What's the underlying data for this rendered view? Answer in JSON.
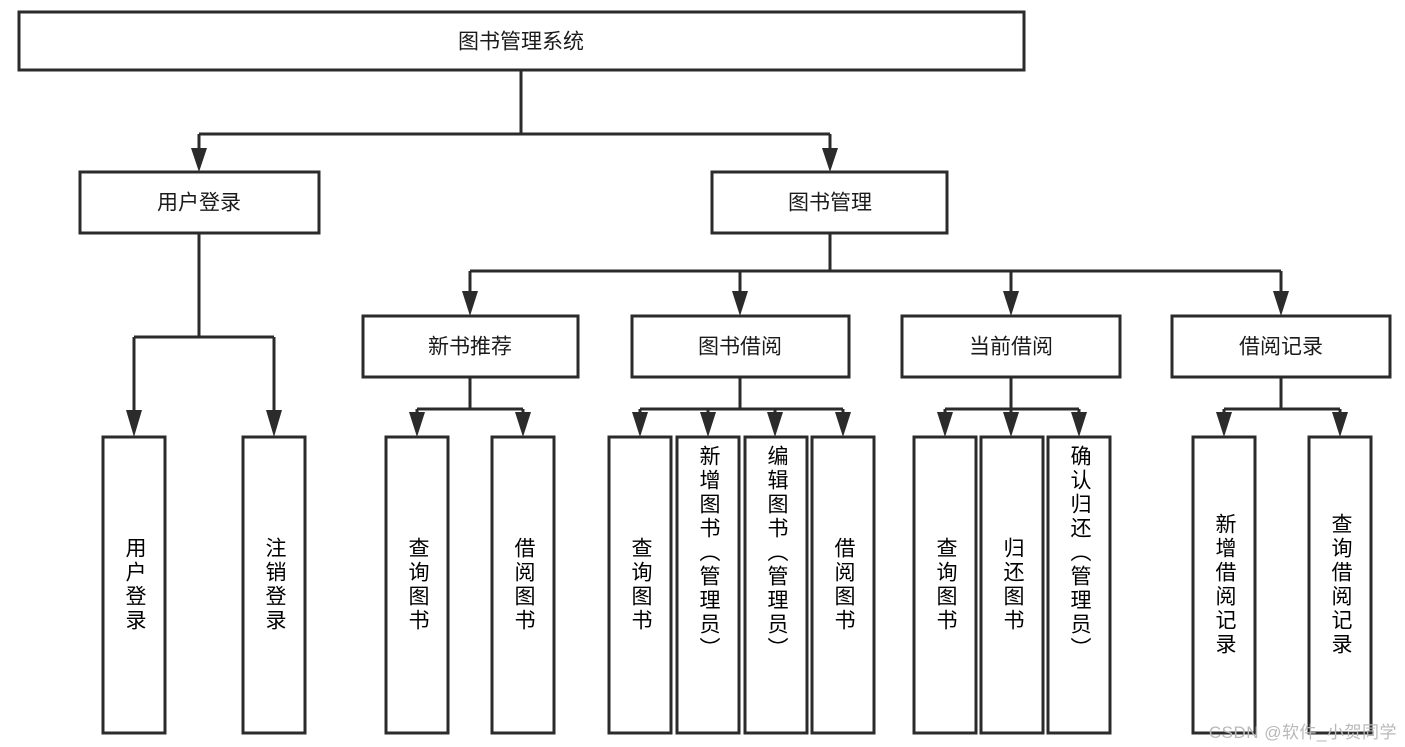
{
  "diagram": {
    "title": "图书管理系统",
    "type": "hierarchy-tree",
    "watermark": "CSDN @软件_小贺同学",
    "colors": {
      "stroke": "#2b2b2b",
      "fill": "#ffffff",
      "text": "#1b1b1b",
      "watermark": "#b9b9b9"
    },
    "root": {
      "label": "图书管理系统"
    },
    "level2": [
      {
        "label": "用户登录"
      },
      {
        "label": "图书管理"
      }
    ],
    "level3": [
      {
        "label": "新书推荐"
      },
      {
        "label": "图书借阅"
      },
      {
        "label": "当前借阅"
      },
      {
        "label": "借阅记录"
      }
    ],
    "leaves": {
      "user_login": [
        {
          "label": "用户登录"
        },
        {
          "label": "注销登录"
        }
      ],
      "new_book_recommend": [
        {
          "label": "查询图书"
        },
        {
          "label": "借阅图书"
        }
      ],
      "book_borrow": [
        {
          "label": "查询图书"
        },
        {
          "label": "新增图书（管理员）"
        },
        {
          "label": "编辑图书（管理员）"
        },
        {
          "label": "借阅图书"
        }
      ],
      "current_borrow": [
        {
          "label": "查询图书"
        },
        {
          "label": "归还图书"
        },
        {
          "label": "确认归还（管理员）"
        }
      ],
      "borrow_record": [
        {
          "label": "新增借阅记录"
        },
        {
          "label": "查询借阅记录"
        }
      ]
    }
  }
}
